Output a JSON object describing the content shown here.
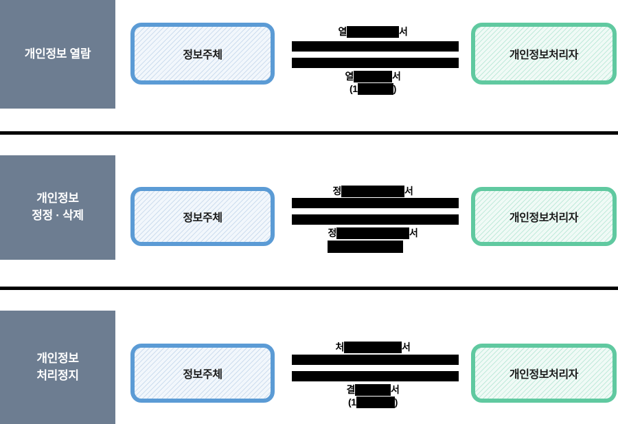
{
  "rows": [
    {
      "sidebar": {
        "lines": [
          "개인정보 열람"
        ]
      },
      "subject_label": "정보주체",
      "controller_label": "개인정보처리자",
      "flow": {
        "top_label_prefix": "열",
        "top_label_suffix": "서",
        "bottom_label_prefix": "열",
        "bottom_label_suffix": "서",
        "bottom_sub_prefix": "(1",
        "bottom_sub_suffix": ")",
        "has_bottom_sub": true,
        "has_extra_block": false
      }
    },
    {
      "sidebar": {
        "lines": [
          "개인정보",
          "정정 · 삭제"
        ]
      },
      "subject_label": "정보주체",
      "controller_label": "개인정보처리자",
      "flow": {
        "top_label_prefix": "정",
        "top_label_suffix": "서",
        "bottom_label_prefix": "정",
        "bottom_label_suffix": "서",
        "bottom_sub_prefix": "",
        "bottom_sub_suffix": "",
        "has_bottom_sub": false,
        "has_extra_block": true
      }
    },
    {
      "sidebar": {
        "lines": [
          "개인정보",
          "처리정지"
        ]
      },
      "subject_label": "정보주체",
      "controller_label": "개인정보처리자",
      "flow": {
        "top_label_prefix": "처",
        "top_label_suffix": "서",
        "bottom_label_prefix": "결",
        "bottom_label_suffix": "서",
        "bottom_sub_prefix": "(1",
        "bottom_sub_suffix": ")",
        "has_bottom_sub": true,
        "has_extra_block": false
      }
    }
  ],
  "colors": {
    "sidebar_bg": "#6d7d91",
    "sidebar_text": "#ffffff",
    "subject_border": "#5b9bd5",
    "subject_fill": "#f2f7fc",
    "controller_border": "#60c9a0",
    "controller_fill": "#f0faf6",
    "redaction": "#000000",
    "divider": "#000000",
    "page_bg": "#ffffff"
  }
}
